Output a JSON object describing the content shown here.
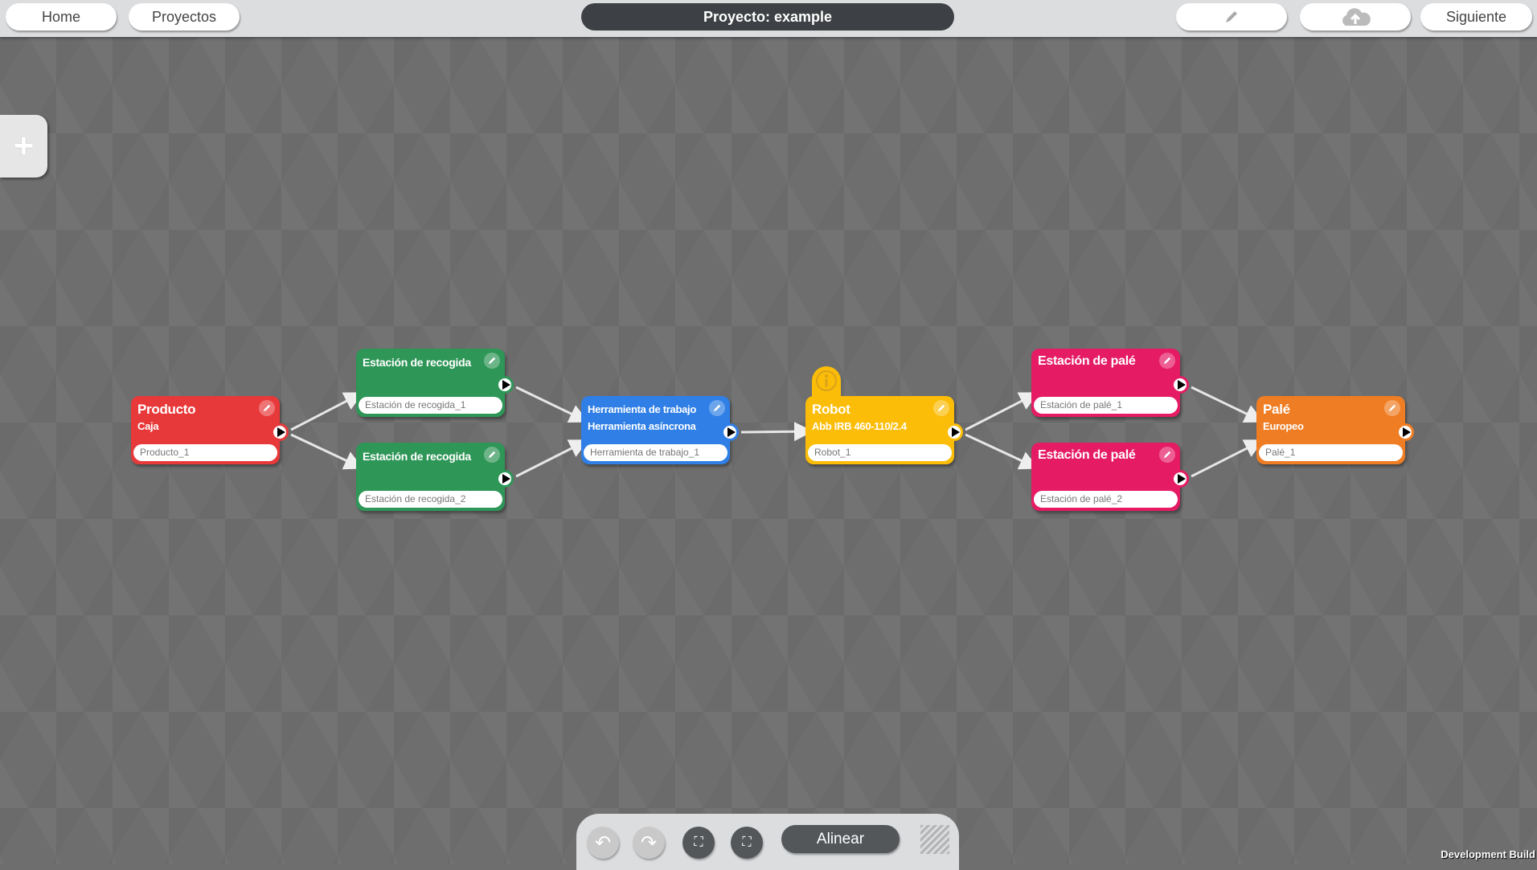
{
  "header": {
    "home": "Home",
    "projects": "Proyectos",
    "title": "Proyecto: example",
    "edit_icon": "pencil-icon",
    "upload_icon": "cloud-upload-icon",
    "next": "Siguiente"
  },
  "sidebar": {
    "add_icon": "plus-icon"
  },
  "nodes": [
    {
      "id": "producto",
      "title": "Producto",
      "subtitle": "Caja",
      "name": "Producto_1",
      "color": "#e8393a"
    },
    {
      "id": "recogida1",
      "title": "Estación de recogida",
      "subtitle": "",
      "name": "Estación de recogida_1",
      "color": "#2e9657"
    },
    {
      "id": "recogida2",
      "title": "Estación de recogida",
      "subtitle": "",
      "name": "Estación de recogida_2",
      "color": "#2e9657"
    },
    {
      "id": "herramienta",
      "title": "Herramienta de trabajo",
      "subtitle": "Herramienta asíncrona",
      "name": "Herramienta de trabajo_1",
      "color": "#2f7fe6"
    },
    {
      "id": "robot",
      "title": "Robot",
      "subtitle": "Abb IRB 460-110/2.4",
      "name": "Robot_1",
      "color": "#fbbd08",
      "badge": "info-icon"
    },
    {
      "id": "pale1",
      "title": "Estación de palé",
      "subtitle": "",
      "name": "Estación de palé_1",
      "color": "#e51b63"
    },
    {
      "id": "pale2",
      "title": "Estación de palé",
      "subtitle": "",
      "name": "Estación de palé_2",
      "color": "#e51b63"
    },
    {
      "id": "pale",
      "title": "Palé",
      "subtitle": "Europeo",
      "name": "Palé_1",
      "color": "#ef7d23"
    }
  ],
  "connections": [
    [
      "producto",
      "recogida1"
    ],
    [
      "producto",
      "recogida2"
    ],
    [
      "recogida1",
      "herramienta"
    ],
    [
      "recogida2",
      "herramienta"
    ],
    [
      "herramienta",
      "robot"
    ],
    [
      "robot",
      "pale1"
    ],
    [
      "robot",
      "pale2"
    ],
    [
      "pale1",
      "pale"
    ],
    [
      "pale2",
      "pale"
    ]
  ],
  "toolbar": {
    "undo": "undo-icon",
    "redo": "redo-icon",
    "fit": "fit-view-icon",
    "focus": "focus-icon",
    "align": "Alinear",
    "grid": "grid-icon"
  },
  "footer": {
    "build": "Development Build"
  }
}
